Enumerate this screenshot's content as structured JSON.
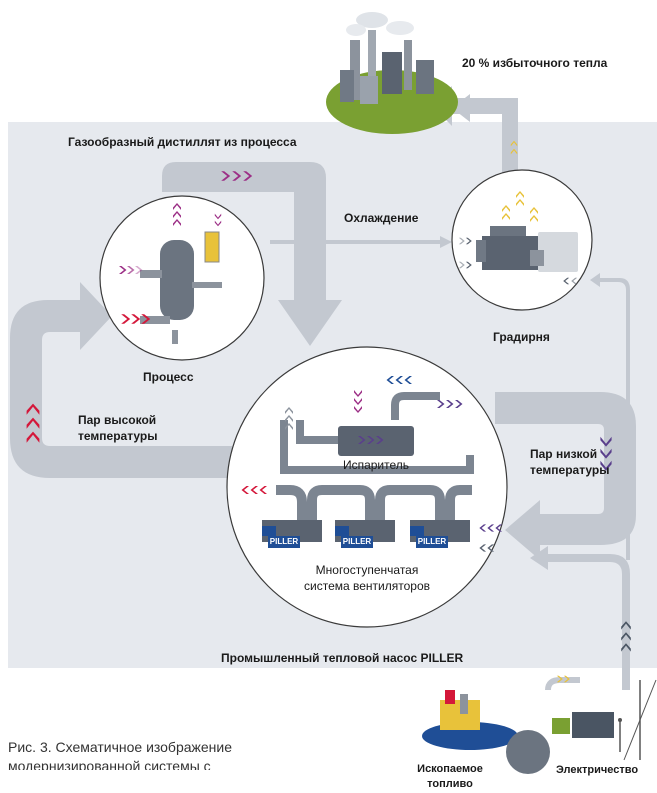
{
  "labels": {
    "excess_heat": "20 % избыточного тепла",
    "gaseous_distillate": "Газообразный дистиллят из процесса",
    "cooling": "Охлаждение",
    "cooling_tower": "Градирня",
    "process": "Процесс",
    "high_temp_steam": "Пар высокой температуры",
    "low_temp_steam": "Пар низкой температуры",
    "evaporator": "Испаритель",
    "multistage_fan_system": "Многоступенчатая система вентиляторов",
    "piller_heat_pump": "Промышленный тепловой насос PILLER",
    "fossil_fuel": "Ископаемое топливо",
    "electricity": "Электричество",
    "piller_brand": "PILLER"
  },
  "caption": {
    "line1": "Рис. 3. Схематичное изображение",
    "line2": "модернизированной системы с"
  },
  "colors": {
    "background_panel": "#e6e9ee",
    "flow_arrow": "#c3c8d0",
    "high_temp": "#d4173a",
    "low_temp": "#5a3f8c",
    "distillate": "#9c2f86",
    "heat": "#e8c23a",
    "blue_chevron": "#1f4e96",
    "grass": "#7aa032",
    "equipment": "#4a5563"
  }
}
